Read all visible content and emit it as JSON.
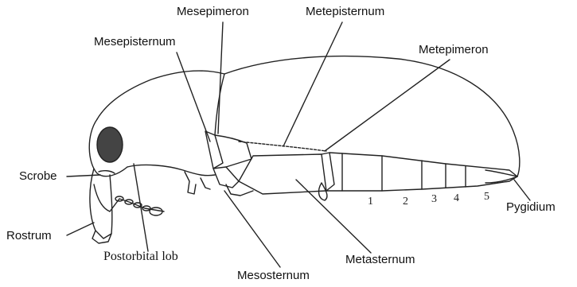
{
  "labels": {
    "mesepimeron": "Mesepimeron",
    "metepisternum": "Metepisternum",
    "mesepisternum": "Mesepisternum",
    "metepimeron": "Metepimeron",
    "scrobe": "Scrobe",
    "rostrum": "Rostrum",
    "postorbital_lob": "Postorbital lob",
    "mesosternum": "Mesosternum",
    "metasternum": "Metasternum",
    "pygidium": "Pygidium"
  },
  "segment_numbers": [
    "1",
    "2",
    "3",
    "4",
    "5"
  ]
}
